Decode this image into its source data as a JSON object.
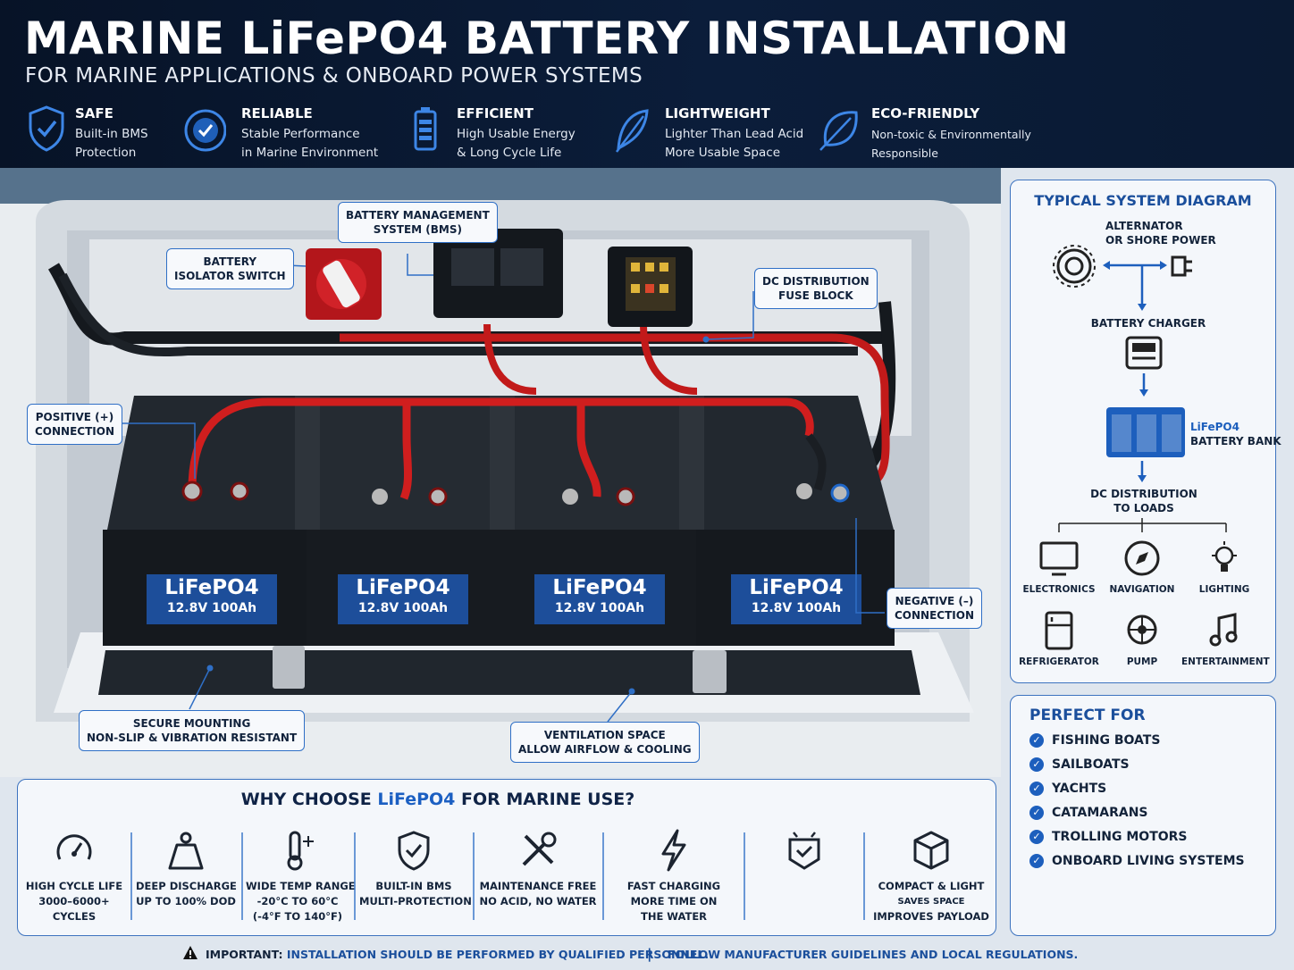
{
  "header": {
    "title": "MARINE LiFePO4 BATTERY INSTALLATION",
    "subtitle": "FOR MARINE APPLICATIONS & ONBOARD POWER SYSTEMS",
    "features": [
      {
        "icon": "shield-check-icon",
        "title": "SAFE",
        "line1": "Built-in BMS",
        "line2": "Protection"
      },
      {
        "icon": "check-circle-icon",
        "title": "RELIABLE",
        "line1": "Stable Performance",
        "line2": "in Marine Environment"
      },
      {
        "icon": "battery-icon",
        "title": "EFFICIENT",
        "line1": "High Usable Energy",
        "line2": "& Long Cycle Life"
      },
      {
        "icon": "feather-icon",
        "title": "LIGHTWEIGHT",
        "line1": "Lighter Than Lead Acid",
        "line2": "More Usable Space"
      },
      {
        "icon": "leaf-icon",
        "title": "ECO-FRIENDLY",
        "line1": "Non-toxic & Environmentally",
        "line2": "Responsible"
      }
    ]
  },
  "photo": {
    "battery_brand": "LiFePO4",
    "battery_spec": "12.8V 100Ah",
    "callouts": {
      "bms": {
        "line1": "BATTERY MANAGEMENT",
        "line2": "SYSTEM (BMS)"
      },
      "isolator": {
        "line1": "BATTERY",
        "line2": "ISOLATOR SWITCH"
      },
      "fuse": {
        "line1": "DC DISTRIBUTION",
        "line2": "FUSE BLOCK"
      },
      "positive": {
        "line1": "POSITIVE (+)",
        "line2": "CONNECTION"
      },
      "negative": {
        "line1": "NEGATIVE (–)",
        "line2": "CONNECTION"
      },
      "mounting": {
        "line1": "SECURE MOUNTING",
        "line2": "NON-SLIP & VIBRATION RESISTANT"
      },
      "ventilation": {
        "line1": "VENTILATION SPACE",
        "line2": "ALLOW AIRFLOW & COOLING"
      }
    }
  },
  "diagram": {
    "title": "TYPICAL SYSTEM DIAGRAM",
    "alternator": {
      "line1": "ALTERNATOR",
      "line2": "OR SHORE POWER"
    },
    "charger": "BATTERY CHARGER",
    "bank": {
      "line1": "LiFePO4",
      "line2": "BATTERY BANK"
    },
    "distribution": {
      "line1": "DC DISTRIBUTION",
      "line2": "TO LOADS"
    },
    "loads": [
      {
        "icon": "monitor-icon",
        "label": "ELECTRONICS"
      },
      {
        "icon": "compass-icon",
        "label": "NAVIGATION"
      },
      {
        "icon": "light-bulb-icon",
        "label": "LIGHTING"
      },
      {
        "icon": "refrigerator-icon",
        "label": "REFRIGERATOR"
      },
      {
        "icon": "pump-icon",
        "label": "PUMP"
      },
      {
        "icon": "music-note-icon",
        "label": "ENTERTAINMENT"
      }
    ],
    "accent_color": "#1d5fbd"
  },
  "perfect_for": {
    "title": "PERFECT FOR",
    "items": [
      "FISHING BOATS",
      "SAILBOATS",
      "YACHTS",
      "CATAMARANS",
      "TROLLING MOTORS",
      "ONBOARD LIVING SYSTEMS"
    ]
  },
  "why": {
    "title_pre": "WHY CHOOSE ",
    "title_hl": "LiFePO4",
    "title_post": " FOR MARINE USE?",
    "benefits": [
      {
        "icon": "gauge-icon",
        "line1": "HIGH CYCLE LIFE",
        "line2": "3000–6000+",
        "line3": "CYCLES"
      },
      {
        "icon": "weight-icon",
        "line1": "DEEP DISCHARGE",
        "line2": "UP TO 100% DOD",
        "line3": ""
      },
      {
        "icon": "thermometer-icon",
        "line1": "WIDE TEMP RANGE",
        "line2": "-20°C TO 60°C",
        "line3": "(-4°F TO 140°F)"
      },
      {
        "icon": "shield-check-icon",
        "line1": "BUILT-IN BMS",
        "line2": "MULTI-PROTECTION",
        "line3": ""
      },
      {
        "icon": "tools-icon",
        "line1": "MAINTENANCE FREE",
        "line2": "NO ACID, NO WATER",
        "line3": ""
      },
      {
        "icon": "lightning-icon",
        "line1": "FAST CHARGING",
        "line2": "MORE TIME ON",
        "line3": "THE WATER"
      },
      {
        "icon": "badge-check-icon",
        "line1": "",
        "line2": "",
        "line3": ""
      },
      {
        "icon": "box-icon",
        "line1": "COMPACT & LIGHT",
        "line2": "SAVES SPACE",
        "line3": "IMPROVES PAYLOAD"
      }
    ]
  },
  "footer": {
    "important_label": "IMPORTANT:",
    "important_text": " INSTALLATION SHOULD BE PERFORMED BY QUALIFIED PERSONNEL.",
    "separator": "|",
    "guidelines": "FOLLOW MANUFACTURER GUIDELINES AND LOCAL REGULATIONS."
  }
}
